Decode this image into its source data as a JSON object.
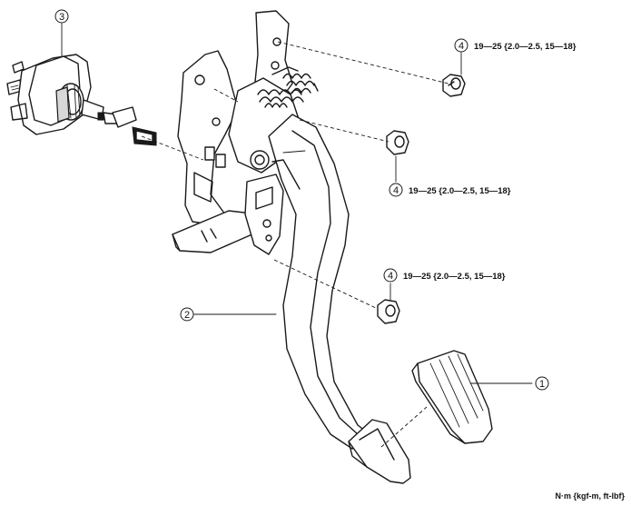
{
  "callouts": {
    "c1": "1",
    "c2": "2",
    "c3": "3",
    "c4a": "4",
    "c4b": "4",
    "c4c": "4"
  },
  "torques": {
    "t1": "19—25 {2.0—2.5, 15—18}",
    "t2": "19—25 {2.0—2.5, 15—18}",
    "t3": "19—25 {2.0—2.5, 15—18}"
  },
  "unit_legend": "N·m {kgf-m, ft-lbf}"
}
